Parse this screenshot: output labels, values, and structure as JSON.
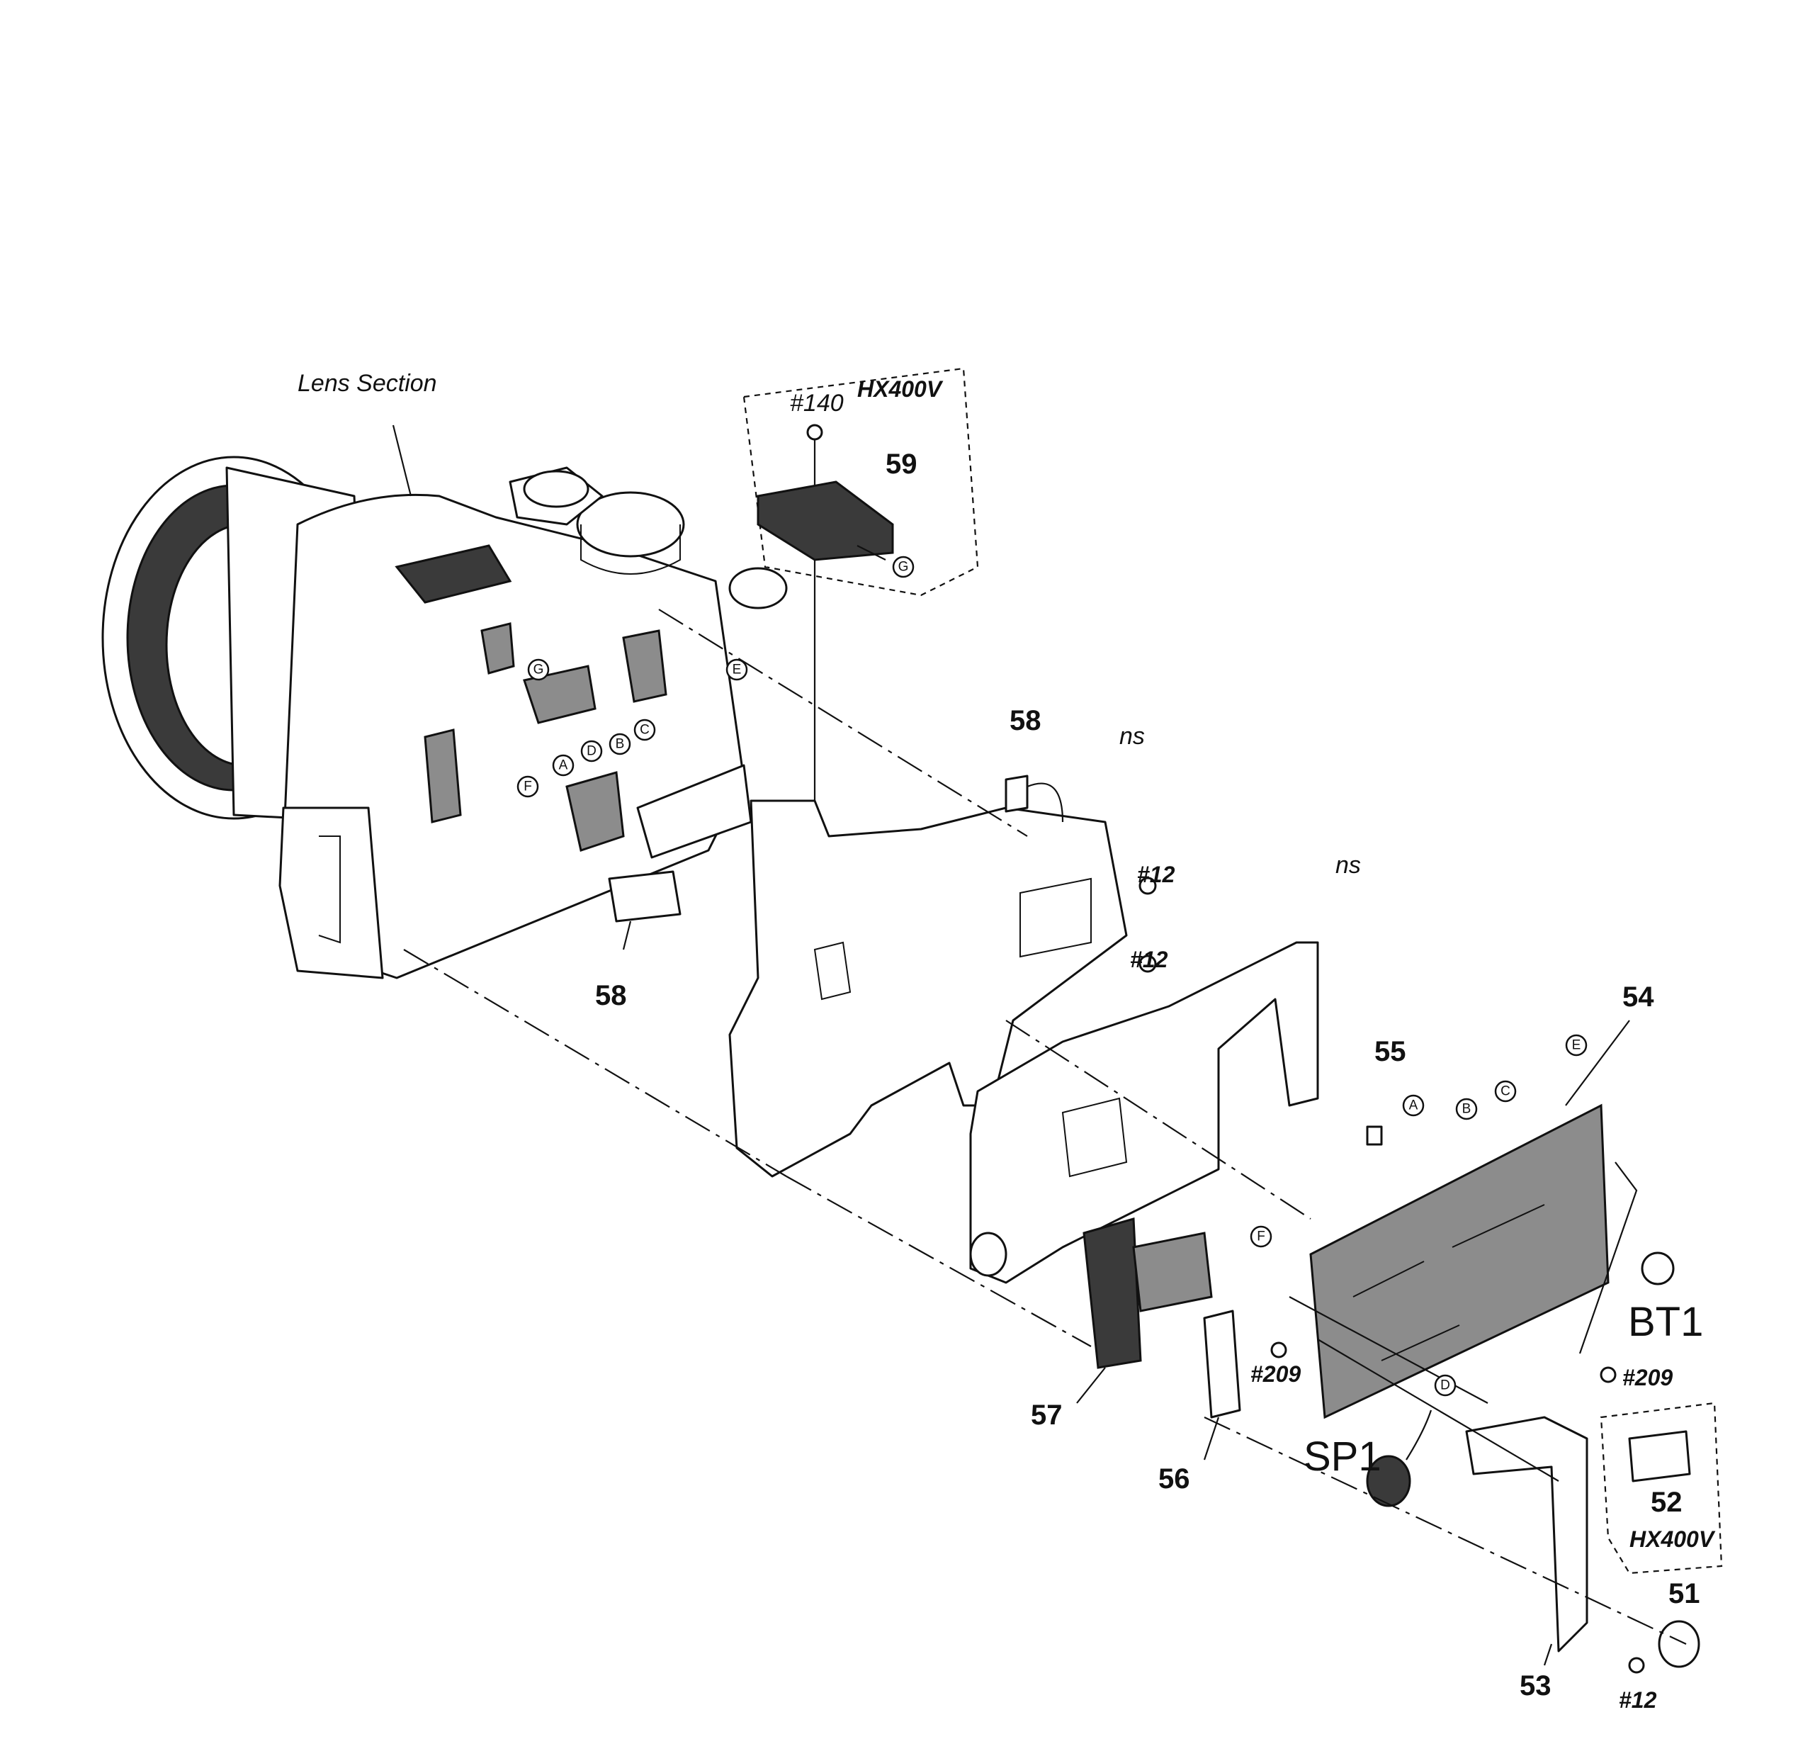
{
  "labels": {
    "lens_section": "Lens Section",
    "hx400v_top": "HX400V",
    "screw_140": "#140",
    "part_59": "59",
    "part_58_upper": "58",
    "ns_upper": "ns",
    "screw_12_a": "#12",
    "screw_12_b": "#12",
    "part_58_lower": "58",
    "ns_lower": "ns",
    "part_54": "54",
    "part_55": "55",
    "bt1": "BT1",
    "screw_209_right": "#209",
    "screw_209_left": "#209",
    "part_57": "57",
    "part_56": "56",
    "sp1": "SP1",
    "part_52": "52",
    "hx400v_bottom": "HX400V",
    "part_51": "51",
    "part_53": "53",
    "screw_12_c": "#12"
  },
  "connector_refs": [
    "A",
    "B",
    "C",
    "D",
    "E",
    "F",
    "G"
  ],
  "colors": {
    "ink": "#111111",
    "board_fill": "#8c8c8c",
    "dark_fill": "#3a3a3a",
    "paper": "#ffffff"
  }
}
